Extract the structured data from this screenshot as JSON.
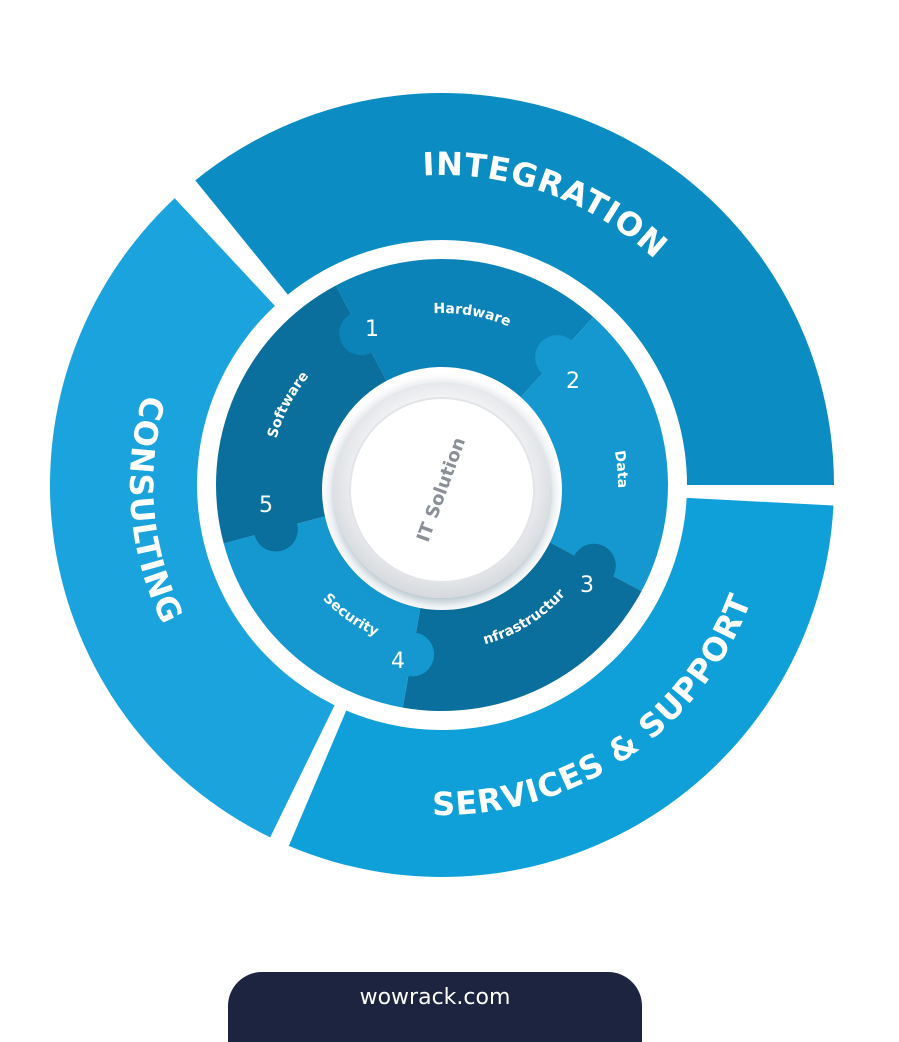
{
  "outer_segments": [
    {
      "label": "INTEGRATION",
      "color": "#0b8dc4"
    },
    {
      "label": "SERVICES & SUPPORT",
      "color": "#0fa0da"
    },
    {
      "label": "CONSULTING",
      "color": "#1aa3dd"
    }
  ],
  "inner_segments": [
    {
      "number": "1",
      "label": "Hardware"
    },
    {
      "number": "2",
      "label": "Data"
    },
    {
      "number": "3",
      "label": "Infrastructure"
    },
    {
      "number": "4",
      "label": "Security"
    },
    {
      "number": "5",
      "label": "Software"
    }
  ],
  "center": {
    "label": "IT Solution"
  },
  "footer": {
    "text": "wowrack.com"
  },
  "colors": {
    "ring_dark": "#0a6f9c",
    "ring_mid": "#0c83b8",
    "ring_light": "#1598cf",
    "footer_bg": "#1d2440"
  }
}
